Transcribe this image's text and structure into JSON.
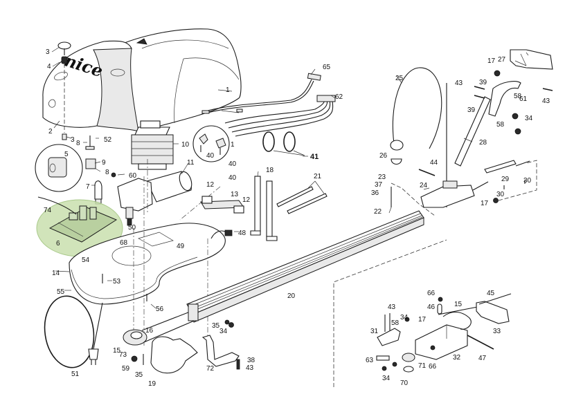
{
  "diagram": {
    "type": "exploded parts diagram",
    "subject": "garage door operator (motor unit, cover, rail, trolley)",
    "brand_text": "nice",
    "highlight": {
      "part": "6",
      "description": "control board",
      "color": "#c9dfae"
    },
    "callouts": {
      "c1a": "1",
      "c1b": "1",
      "c2": "2",
      "c3a": "3",
      "c3b": "3",
      "c4": "4",
      "c5": "5",
      "c6": "6",
      "c7": "7",
      "c8a": "8",
      "c8b": "8",
      "c9": "9",
      "c10": "10",
      "c11": "11",
      "c12a": "12",
      "c12b": "12",
      "c13": "13",
      "c14": "14",
      "c15a": "15",
      "c15b": "15",
      "c16": "16",
      "c17a": "17",
      "c17b": "17",
      "c17c": "17",
      "c18": "18",
      "c19": "19",
      "c20": "20",
      "c21": "21",
      "c22": "22",
      "c23": "23",
      "c24": "24",
      "c25": "25",
      "c26": "26",
      "c27": "27",
      "c28": "28",
      "c29": "29",
      "c30a": "30",
      "c30b": "30",
      "c31": "31",
      "c32": "32",
      "c33": "33",
      "c34a": "34",
      "c34b": "34",
      "c34c": "34",
      "c34d": "34",
      "c35a": "35",
      "c35b": "35",
      "c36": "36",
      "c37": "37",
      "c38": "38",
      "c39a": "39",
      "c39b": "39",
      "c40a": "40",
      "c40b": "40",
      "c40c": "40",
      "c41": "41",
      "c43a": "43",
      "c43b": "43",
      "c43c": "43",
      "c43d": "43",
      "c44": "44",
      "c45": "45",
      "c46": "46",
      "c47": "47",
      "c48": "48",
      "c49": "49",
      "c50": "50",
      "c51": "51",
      "c52": "52",
      "c53": "53",
      "c54": "54",
      "c55": "55",
      "c56": "56",
      "c58a": "58",
      "c58b": "58",
      "c58c": "58",
      "c59": "59",
      "c60": "60",
      "c61": "61",
      "c62": "62",
      "c63": "63",
      "c65": "65",
      "c66a": "66",
      "c66b": "66",
      "c68": "68",
      "c70": "70",
      "c71": "71",
      "c72": "72",
      "c73": "73",
      "c74": "74"
    }
  }
}
